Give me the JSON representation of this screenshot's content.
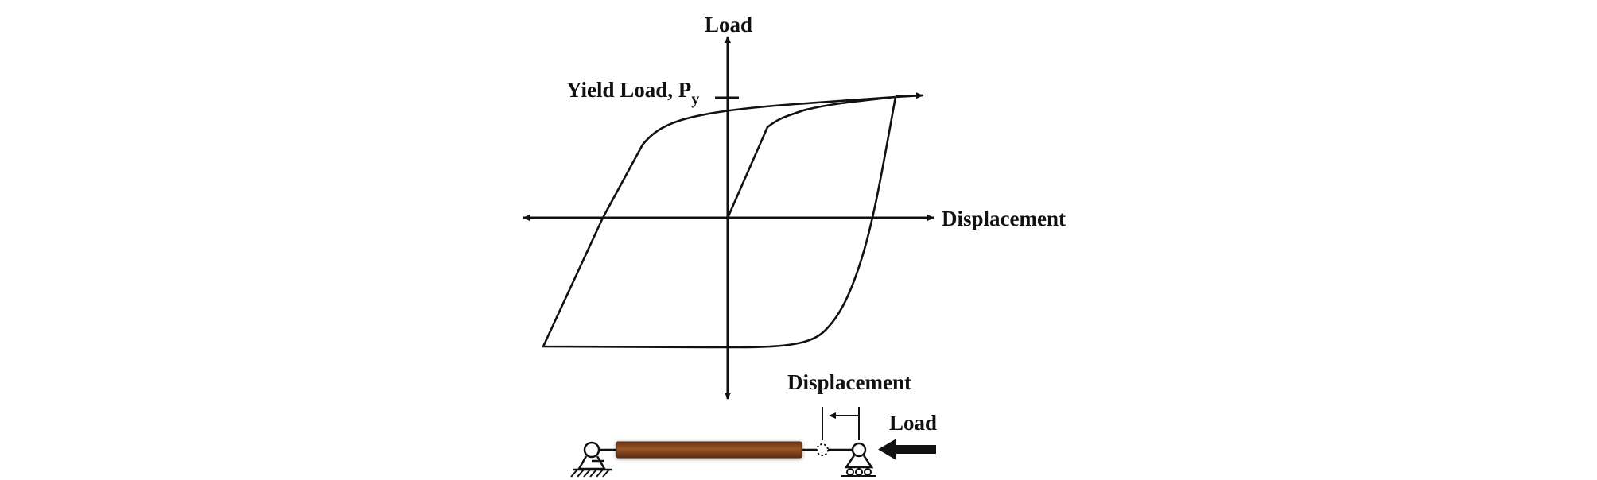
{
  "graph": {
    "y_axis_label": "Load",
    "x_axis_label": "Displacement",
    "yield_label_main": "Yield Load, P",
    "yield_label_sub": "y"
  },
  "specimen": {
    "displacement_label": "Displacement",
    "load_label": "Load"
  },
  "colors": {
    "ink": "#111111",
    "brace_body": "#8b4a20",
    "brace_edge": "#5a2e12",
    "background": "#ffffff"
  }
}
